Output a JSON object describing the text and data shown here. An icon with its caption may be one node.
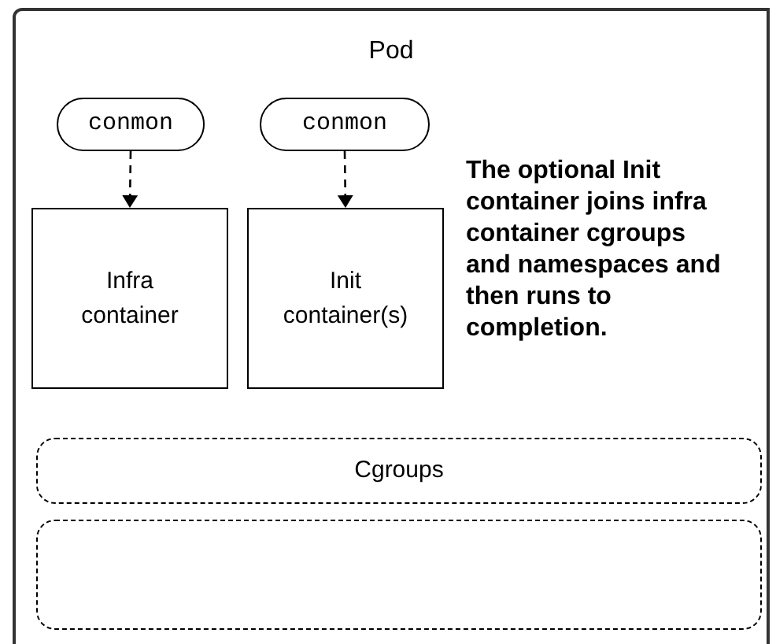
{
  "diagram": {
    "nodes": [
      {
        "text": [
          "Pod"
        ]
      },
      {
        "text": [
          "conmon"
        ],
        "in": 0
      },
      {
        "text": [
          "conmon"
        ],
        "in": 0
      },
      {
        "text": [
          "Infra container"
        ],
        "in": 0
      },
      {
        "text": [
          "Init container(s)"
        ],
        "in": 0
      },
      {
        "text": [
          "Cgroups"
        ],
        "in": 0
      },
      {
        "text": [],
        "shape": "box",
        "in": 0
      }
    ],
    "edges": [
      {
        "from": 1,
        "to": 3,
        "arrow": "to",
        "style": "dashed"
      },
      {
        "from": 2,
        "to": 4,
        "arrow": "to",
        "style": "dashed"
      }
    ],
    "labels": [
      "The optional Init container joins infra container cgroups and namespaces and then runs to completion."
    ]
  }
}
